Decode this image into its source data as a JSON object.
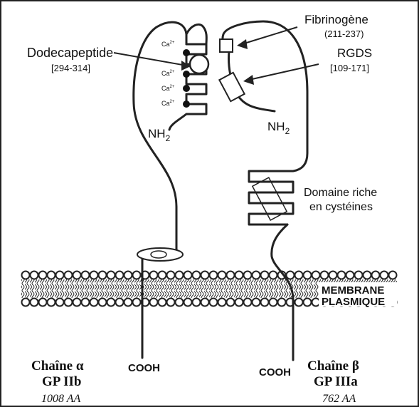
{
  "labels": {
    "dodecapeptide": "Dodecapeptide",
    "dodecapeptide_range": "[294-314]",
    "fibrinogene": "Fibrinogène",
    "fibrinogene_range": "(211-237)",
    "rgds": "RGDS",
    "rgds_range": "[109-171]",
    "ca": "Ca",
    "ca_charge": "2+",
    "nh2_left": "NH",
    "nh2_right": "NH",
    "nh2_sub": "2",
    "domaine_line1": "Domaine riche",
    "domaine_line2": "en cystéines",
    "membrane_line1": "MEMBRANE",
    "membrane_line2": "PLASMIQUE",
    "cooh_left": "COOH",
    "cooh_right": "COOH"
  },
  "chains": {
    "alpha": {
      "title": "Chaîne α",
      "name": "GP IIb",
      "length": "1008 AA"
    },
    "beta": {
      "title": "Chaîne β",
      "name": "GP IIIa",
      "length": "762 AA"
    }
  }
}
